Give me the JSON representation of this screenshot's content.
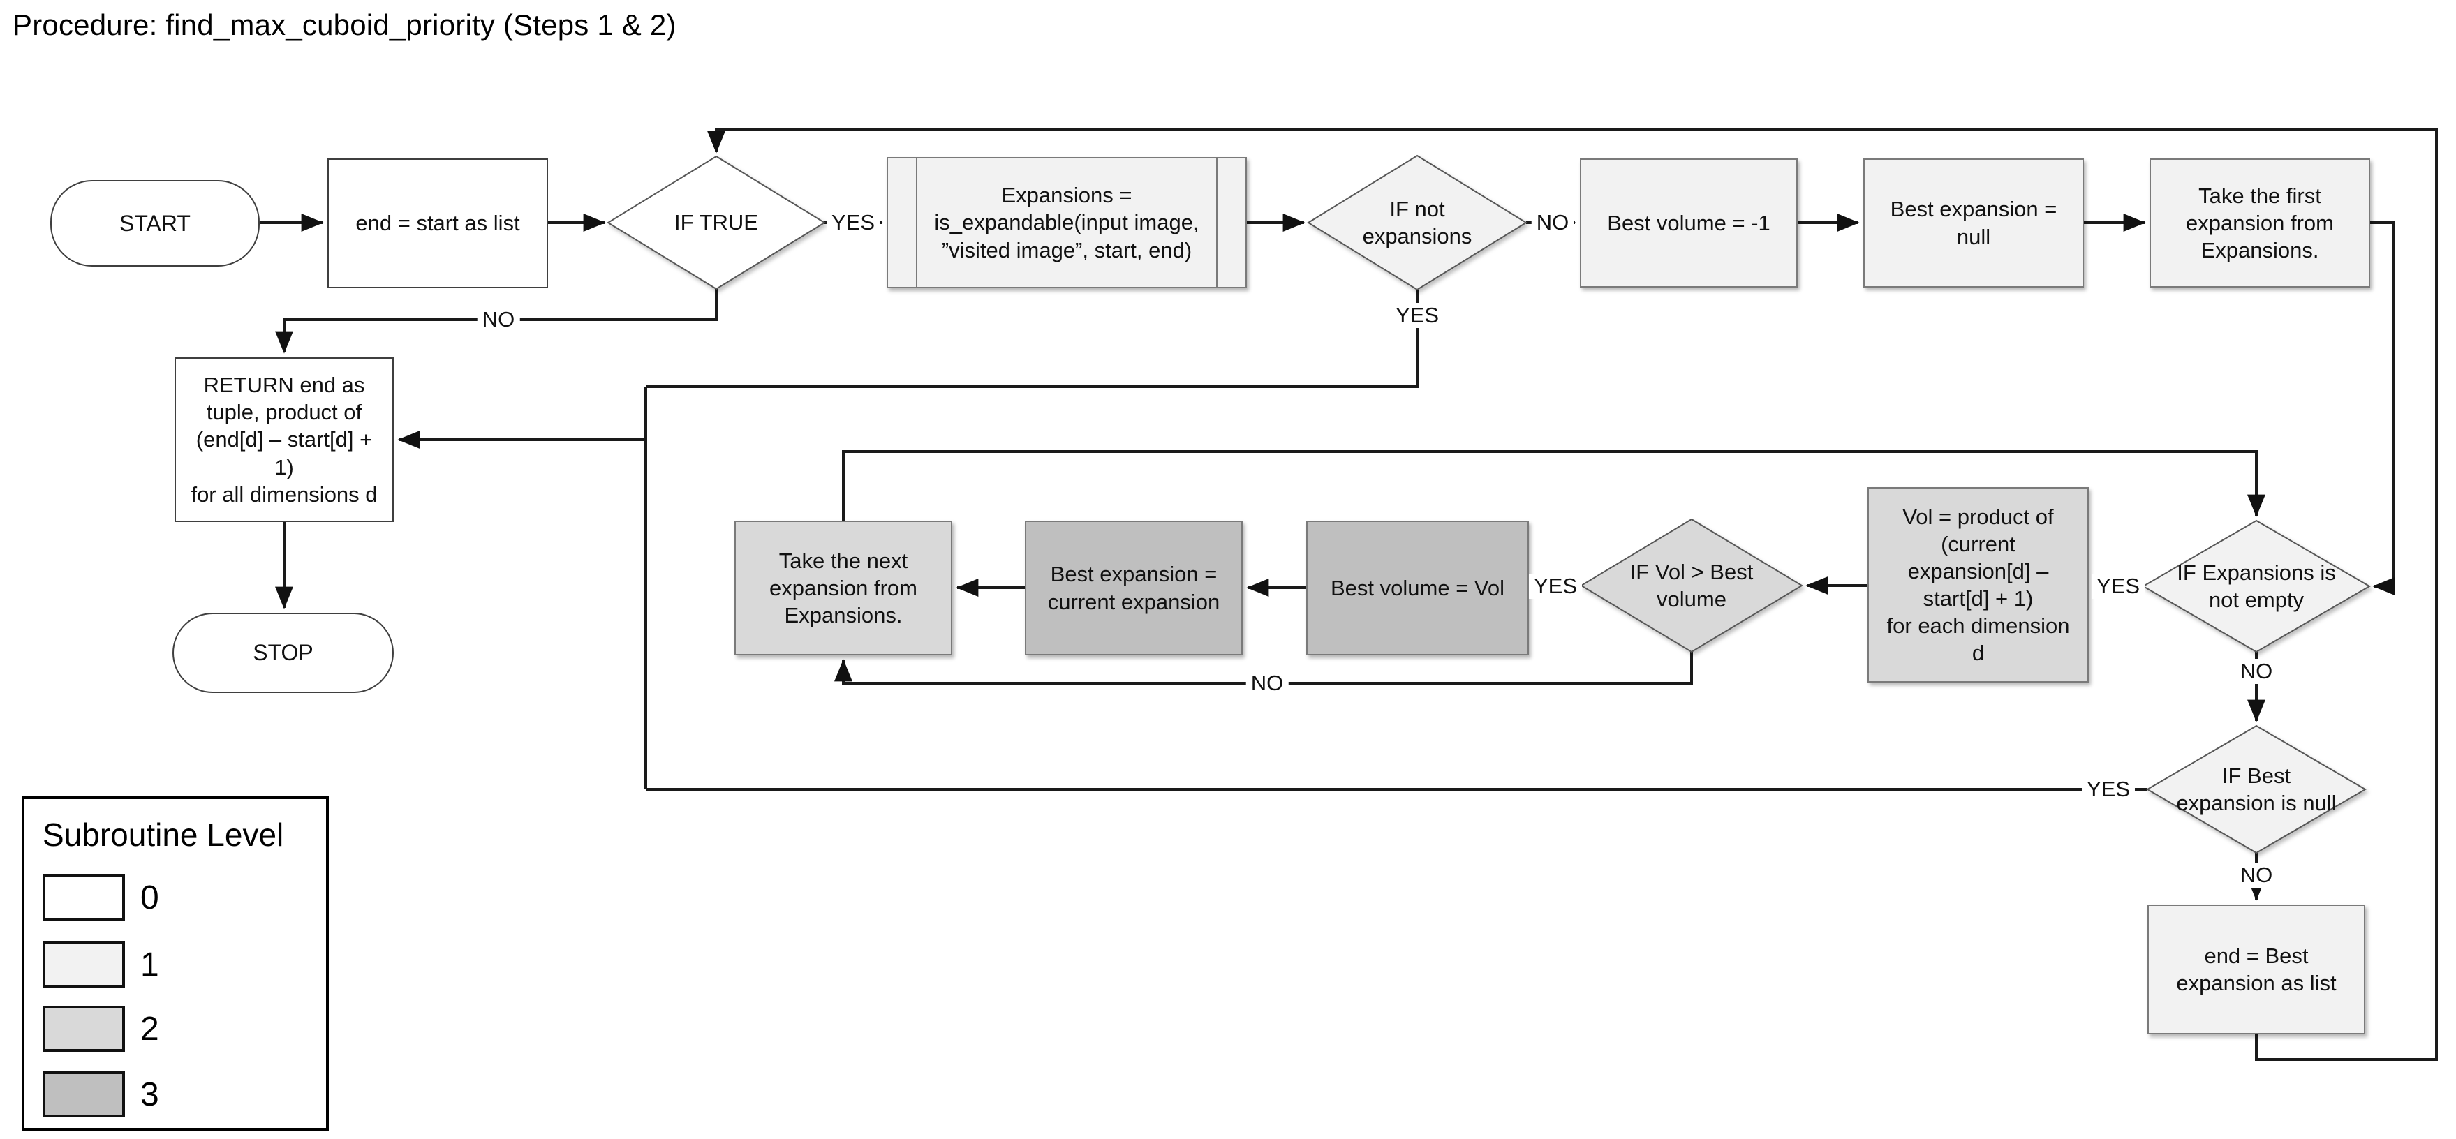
{
  "title": "Procedure: find_max_cuboid_priority (Steps 1 & 2)",
  "nodes": {
    "start": {
      "label": "START",
      "level": 0
    },
    "end_start": {
      "label": "end = start as list",
      "level": 0
    },
    "if_true": {
      "label": "IF TRUE",
      "level": 0
    },
    "expansions": {
      "label": "Expansions =\nis_expandable(input image,\n”visited image”, start, end)",
      "level": 1
    },
    "if_not_expansions": {
      "label": "IF not\nexpansions",
      "level": 1
    },
    "best_volume": {
      "label": "Best volume = -1",
      "level": 1
    },
    "best_expansion_null": {
      "label": "Best expansion =\nnull",
      "level": 1
    },
    "take_first": {
      "label": "Take the first\nexpansion from\nExpansions.",
      "level": 1
    },
    "return": {
      "label": "RETURN end as\ntuple, product of\n(end[d] – start[d] +\n1)\nfor all dimensions d",
      "level": 0
    },
    "stop": {
      "label": "STOP",
      "level": 0
    },
    "take_next": {
      "label": "Take the next\nexpansion from\nExpansions.",
      "level": 2
    },
    "best_expansion_current": {
      "label": "Best expansion =\ncurrent expansion",
      "level": 3
    },
    "best_volume_vol": {
      "label": "Best volume = Vol",
      "level": 3
    },
    "if_vol": {
      "label": "IF Vol > Best\nvolume",
      "level": 2
    },
    "vol_product": {
      "label": "Vol = product of\n(current\nexpansion[d] –\nstart[d] + 1)\nfor each dimension\nd",
      "level": 2
    },
    "if_expansions_not_empty": {
      "label": "IF Expansions is\nnot empty",
      "level": 1
    },
    "if_best_null": {
      "label": "IF Best\nexpansion is null",
      "level": 1
    },
    "end_best": {
      "label": "end = Best\nexpansion as list",
      "level": 1
    }
  },
  "edges": {
    "if_true_yes": "YES",
    "if_true_no": "NO",
    "if_not_expansions_no": "NO",
    "if_not_expansions_yes": "YES",
    "if_expansions_yes": "YES",
    "if_expansions_no": "NO",
    "if_vol_yes": "YES",
    "if_vol_no": "NO",
    "if_best_yes": "YES",
    "if_best_no": "NO"
  },
  "legend": {
    "title": "Subroutine Level",
    "items": [
      {
        "label": "0",
        "color": "#ffffff"
      },
      {
        "label": "1",
        "color": "#f2f2f2"
      },
      {
        "label": "2",
        "color": "#d9d9d9"
      },
      {
        "label": "3",
        "color": "#bfbfbf"
      }
    ]
  }
}
